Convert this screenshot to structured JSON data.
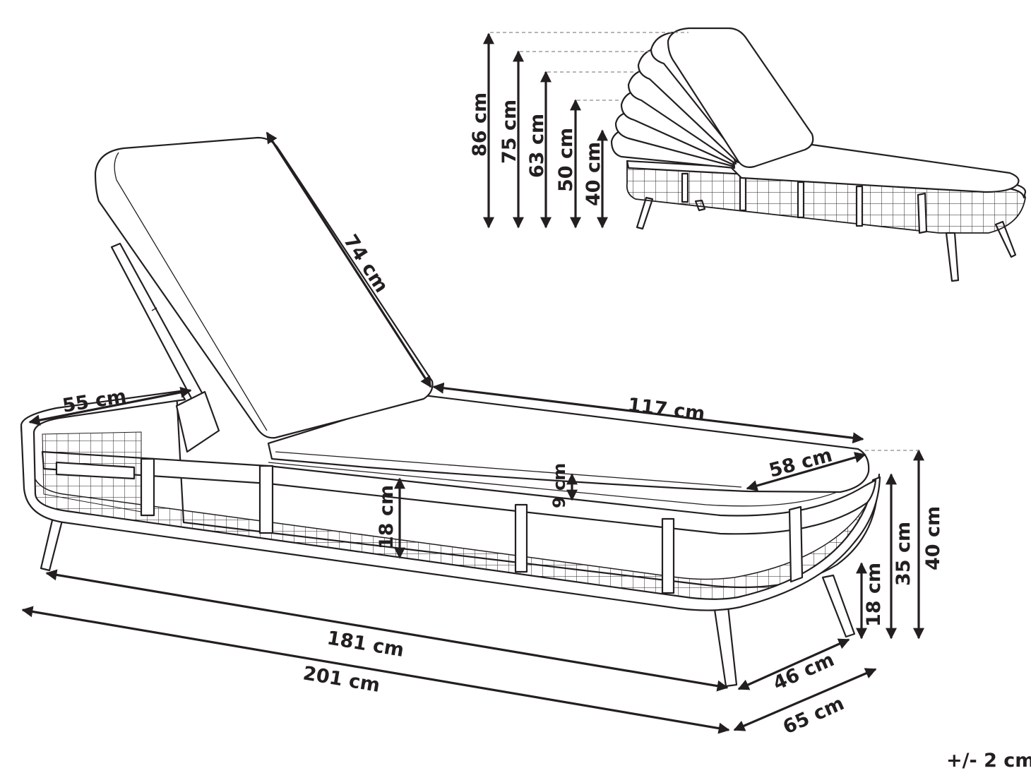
{
  "diagram": {
    "dimensions": {
      "backrest_length": "74 cm",
      "seat_cushion_length": "117 cm",
      "headrest_width": "55 cm",
      "seat_width": "58 cm",
      "cushion_thickness": "9 cm",
      "frame_height": "18 cm",
      "inner_length": "181 cm",
      "total_length": "201 cm",
      "inner_width": "46 cm",
      "total_width": "65 cm",
      "leg_height": "18 cm",
      "frame_top_height": "35 cm",
      "seat_height": "40 cm"
    },
    "backrest_positions": [
      "86 cm",
      "75 cm",
      "63 cm",
      "50 cm",
      "40 cm"
    ],
    "tolerance": "+/- 2 cm"
  }
}
